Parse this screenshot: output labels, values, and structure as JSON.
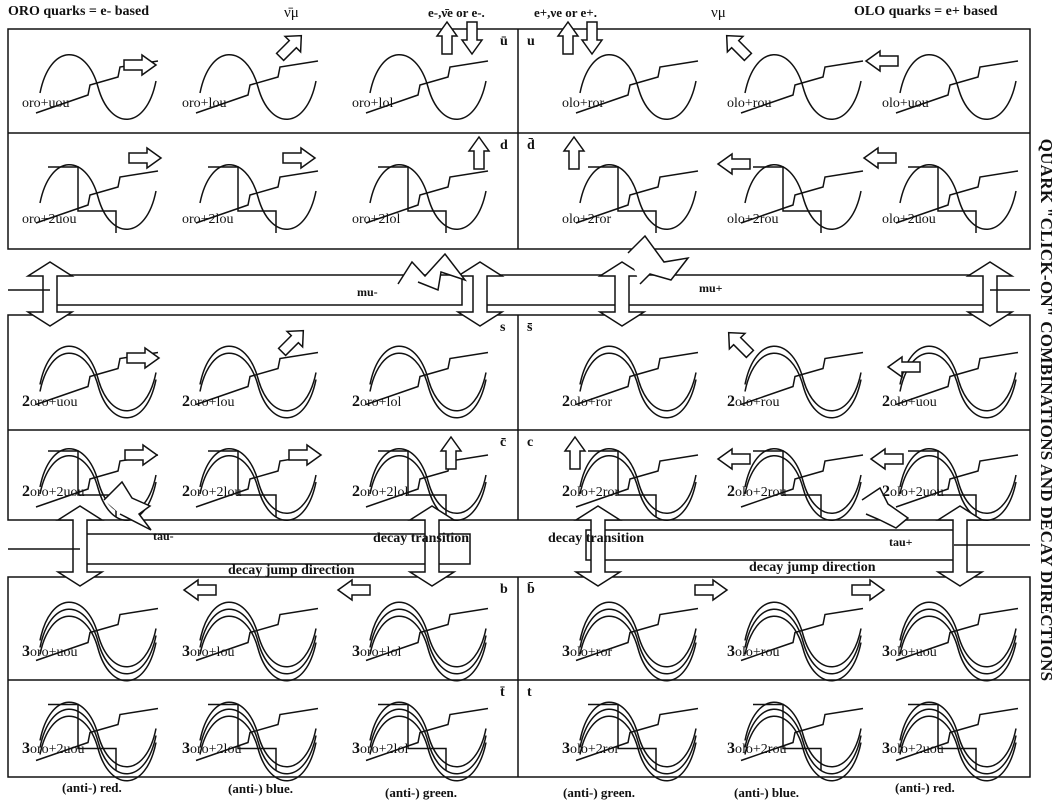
{
  "header": {
    "left": "ORO quarks = e- based",
    "right": "OLO quarks = e+ based",
    "nubar_mu": "ν̄μ",
    "e_minus": "e-,ν̄e or e-.",
    "e_plus": "e+,νe or e+.",
    "nu_mu": "νμ"
  },
  "side_title": "QUARK \"CLICK-ON\" COMBINATIONS AND DECAY DIRECTIONS",
  "rows": [
    {
      "left_flag": "ū",
      "right_flag": "u",
      "cells": [
        {
          "pre": "",
          "text": "oro+uou"
        },
        {
          "pre": "",
          "text": "oro+lou"
        },
        {
          "pre": "",
          "text": "oro+lol"
        },
        {
          "pre": "",
          "text": "olo+ror"
        },
        {
          "pre": "",
          "text": "olo+rou"
        },
        {
          "pre": "",
          "text": "olo+uou"
        }
      ]
    },
    {
      "left_flag": "d",
      "right_flag": "d̄",
      "cells": [
        {
          "pre": "",
          "text": "oro+2uou"
        },
        {
          "pre": "",
          "text": "oro+2lou"
        },
        {
          "pre": "",
          "text": "oro+2lol"
        },
        {
          "pre": "",
          "text": "olo+2ror"
        },
        {
          "pre": "",
          "text": "olo+2rou"
        },
        {
          "pre": "",
          "text": "olo+2uou"
        }
      ]
    },
    {
      "left_flag": "s",
      "right_flag": "s̄",
      "cells": [
        {
          "pre": "2",
          "text": "oro+uou"
        },
        {
          "pre": "2",
          "text": "oro+lou"
        },
        {
          "pre": "2",
          "text": "oro+lol"
        },
        {
          "pre": "2",
          "text": "olo+ror"
        },
        {
          "pre": "2",
          "text": "olo+rou"
        },
        {
          "pre": "2",
          "text": "olo+uou"
        }
      ]
    },
    {
      "left_flag": "c̄",
      "right_flag": "c",
      "cells": [
        {
          "pre": "2",
          "text": "oro+2uou"
        },
        {
          "pre": "2",
          "text": "oro+2lou"
        },
        {
          "pre": "2",
          "text": "oro+2lol"
        },
        {
          "pre": "2",
          "text": "olo+2ror"
        },
        {
          "pre": "2",
          "text": "olo+2rou"
        },
        {
          "pre": "2",
          "text": "olo+2uou"
        }
      ]
    },
    {
      "left_flag": "b",
      "right_flag": "b̄",
      "cells": [
        {
          "pre": "3",
          "text": "oro+uou"
        },
        {
          "pre": "3",
          "text": "oro+lou"
        },
        {
          "pre": "3",
          "text": "oro+lol"
        },
        {
          "pre": "3",
          "text": "olo+ror"
        },
        {
          "pre": "3",
          "text": "olo+rou"
        },
        {
          "pre": "3",
          "text": "olo+uou"
        }
      ]
    },
    {
      "left_flag": "t̄",
      "right_flag": "t",
      "cells": [
        {
          "pre": "3",
          "text": "oro+2uou"
        },
        {
          "pre": "3",
          "text": "oro+2lou"
        },
        {
          "pre": "3",
          "text": "oro+2lol"
        },
        {
          "pre": "3",
          "text": "olo+2ror"
        },
        {
          "pre": "3",
          "text": "olo+2rou"
        },
        {
          "pre": "3",
          "text": "olo+2uou"
        }
      ]
    }
  ],
  "bands": {
    "mu_minus": "mu-",
    "mu_plus": "mu+",
    "tau_minus": "tau-",
    "tau_plus": "tau+",
    "decay_transition_left": "decay transition",
    "decay_transition_right": "decay transition",
    "decay_jump_left": "decay jump direction",
    "decay_jump_right": "decay jump direction"
  },
  "footer": [
    "(anti-) red.",
    "(anti-) blue.",
    "(anti-) green.",
    "(anti-) green.",
    "(anti-) blue.",
    "(anti-) red."
  ]
}
